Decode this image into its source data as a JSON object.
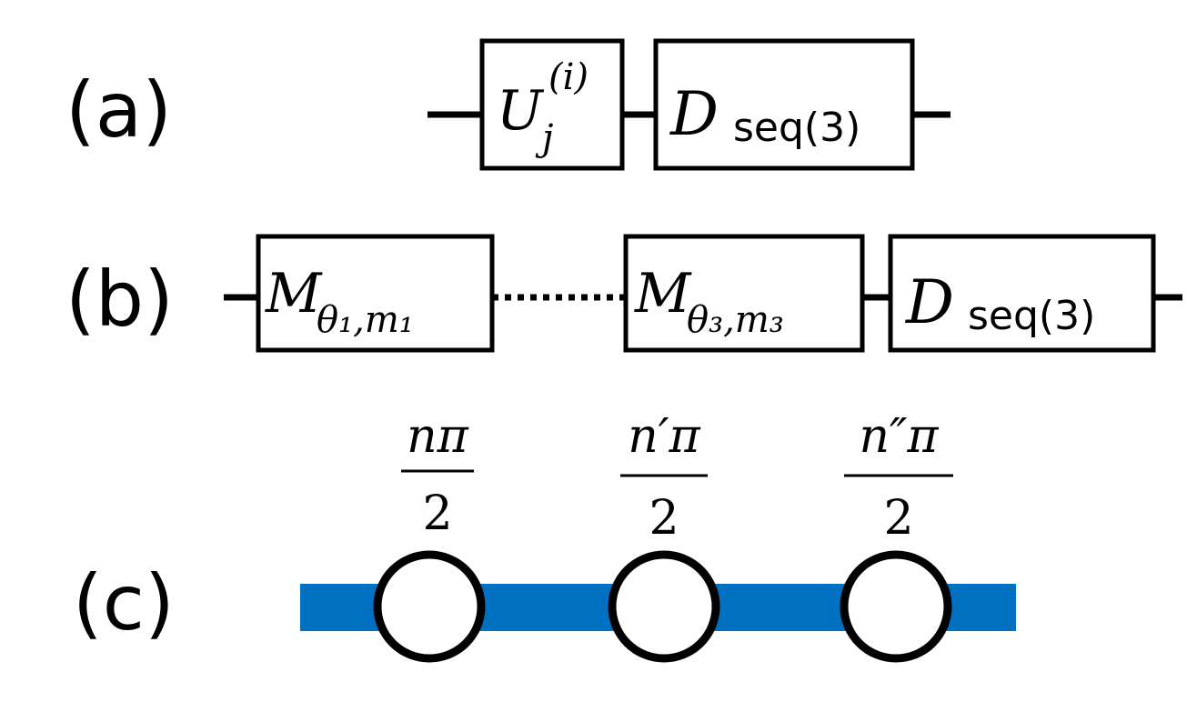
{
  "panels": {
    "a": {
      "label": "(a)",
      "gate_u": {
        "base": "U",
        "sub": "j",
        "sup": "(i)"
      },
      "gate_d": {
        "base": "D",
        "sub": "seq(3)"
      }
    },
    "b": {
      "label": "(b)",
      "gate_m1": {
        "base": "M",
        "sub": "θ₁,m₁"
      },
      "gate_m3": {
        "base": "M",
        "sub": "θ₃,m₃"
      },
      "gate_d": {
        "base": "D",
        "sub": "seq(3)"
      }
    },
    "c": {
      "label": "(c)",
      "fractions": [
        {
          "numerator": "nπ",
          "denominator": "2"
        },
        {
          "numerator": "n′π",
          "denominator": "2"
        },
        {
          "numerator": "n″π",
          "denominator": "2"
        }
      ]
    }
  },
  "colors": {
    "bar": "#0070c0",
    "stroke": "#000000",
    "background": "#ffffff"
  }
}
